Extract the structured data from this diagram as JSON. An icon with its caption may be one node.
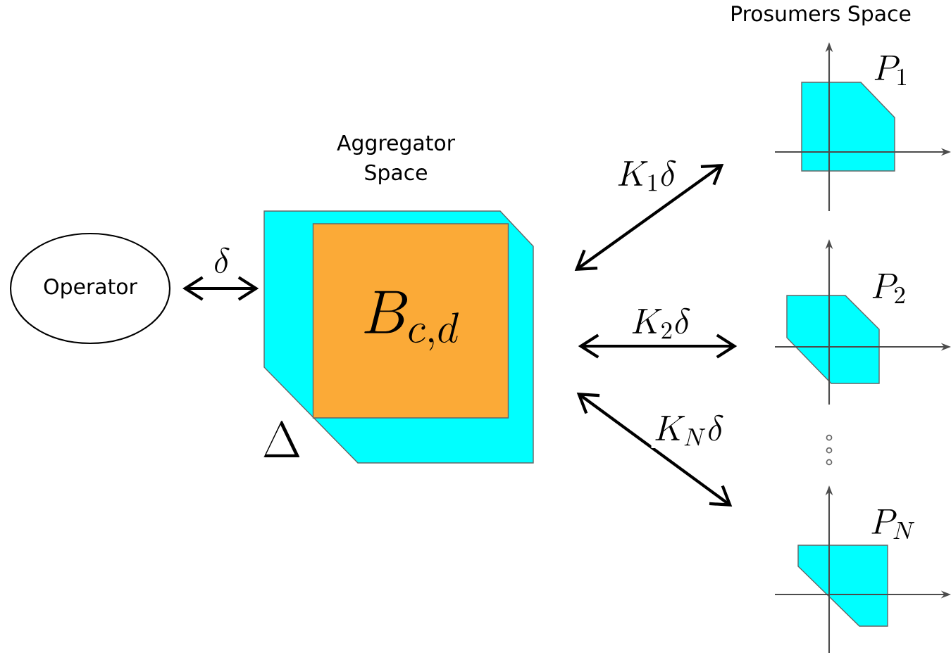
{
  "diagram": {
    "nodes": [
      {
        "text": [
          "Operator"
        ]
      },
      {
        "text": [
          "Aggregator Space"
        ],
        "beside": [
          "\\Delta"
        ]
      },
      {
        "text": [
          "B_{c,d}"
        ],
        "in": 1
      },
      {
        "text": [
          "P_1"
        ]
      },
      {
        "text": [
          "P_2"
        ]
      },
      {
        "text": [
          "P_N"
        ]
      }
    ],
    "edges": [
      {
        "from": 0,
        "to": 1,
        "arrow": "both",
        "label": "\\delta"
      },
      {
        "from": 1,
        "to": 3,
        "arrow": "both",
        "label": "K_1\\delta"
      },
      {
        "from": 1,
        "to": 4,
        "arrow": "both",
        "label": "K_2\\delta"
      },
      {
        "from": 1,
        "to": 5,
        "arrow": "both",
        "label": "K_N\\delta"
      }
    ],
    "labels": [
      "Prosumers Space"
    ]
  }
}
